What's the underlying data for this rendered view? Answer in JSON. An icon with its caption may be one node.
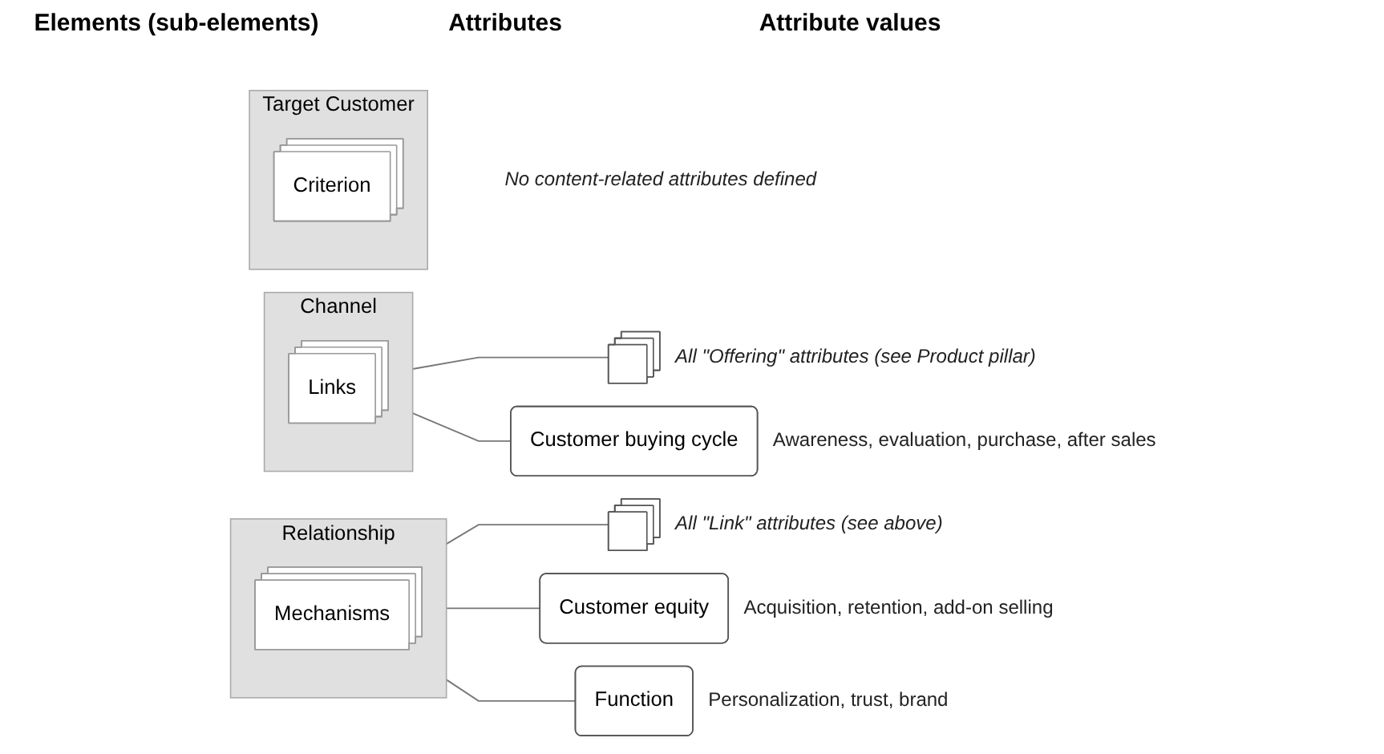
{
  "diagram": {
    "nodes": [
      {
        "text": [
          "Target Customer"
        ]
      },
      {
        "text": [
          "Criterion"
        ],
        "in": 0
      },
      {
        "text": [
          "Channel"
        ]
      },
      {
        "text": [
          "Links"
        ],
        "in": 2
      },
      {
        "text": [],
        "shape": "box",
        "beside": [
          "All \"Offering\" attributes (see Product pillar)"
        ]
      },
      {
        "text": [
          "Customer buying cycle"
        ],
        "beside": [
          "Awareness, evaluation, purchase, after sales"
        ]
      },
      {
        "text": [
          "Relationship"
        ]
      },
      {
        "text": [
          "Mechanisms"
        ],
        "in": 6
      },
      {
        "text": [],
        "shape": "box",
        "beside": [
          "All \"Link\" attributes (see above)"
        ]
      },
      {
        "text": [
          "Customer equity"
        ],
        "beside": [
          "Acquisition, retention, add-on selling"
        ]
      },
      {
        "text": [
          "Function"
        ],
        "beside": [
          "Personalization, trust, brand"
        ]
      }
    ],
    "edges": [
      {
        "from": 2,
        "to": 4,
        "arrow": "none"
      },
      {
        "from": 2,
        "to": 5,
        "arrow": "none"
      },
      {
        "from": 6,
        "to": 8,
        "arrow": "none"
      },
      {
        "from": 6,
        "to": 9,
        "arrow": "none"
      },
      {
        "from": 6,
        "to": 10,
        "arrow": "none"
      }
    ],
    "labels": [
      "Elements (sub-elements)",
      "Attributes",
      "Attribute values",
      "No content-related attributes defined"
    ]
  }
}
